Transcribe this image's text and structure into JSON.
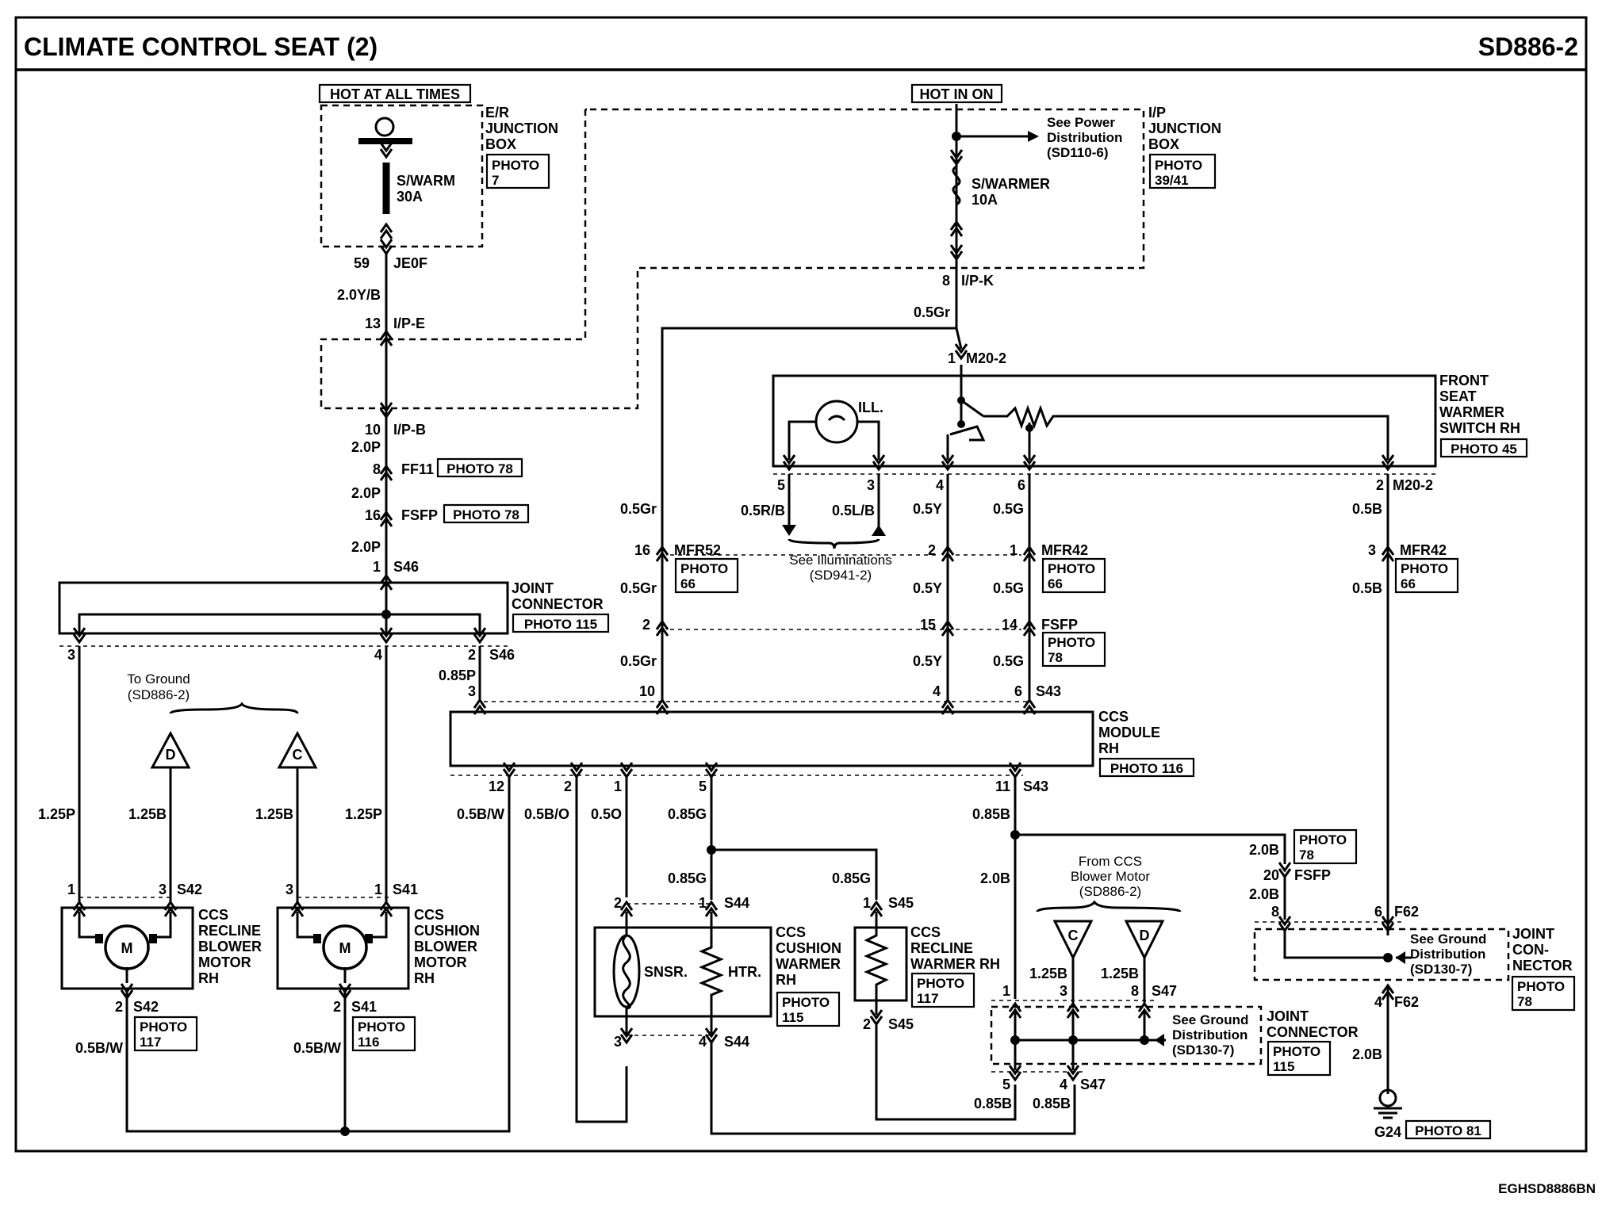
{
  "header": {
    "title": "CLIMATE CONTROL SEAT (2)",
    "code": "SD886-2"
  },
  "footer": {
    "code": "EGHSD8886BN"
  },
  "power": {
    "hot_all_times": "HOT AT ALL TIMES",
    "hot_in_on": "HOT IN ON",
    "er_box": [
      "E/R",
      "JUNCTION",
      "BOX"
    ],
    "ip_box": [
      "I/P",
      "JUNCTION",
      "BOX"
    ],
    "fuse1": [
      "S/WARM",
      "30A"
    ],
    "fuse2": [
      "S/WARMER",
      "10A"
    ],
    "power_dist": [
      "See Power",
      "Distribution",
      "(SD110-6)"
    ]
  },
  "photos": {
    "p7": [
      "PHOTO",
      "7"
    ],
    "p3941": [
      "PHOTO",
      "39/41"
    ],
    "p78": "PHOTO 78",
    "p115": "PHOTO 115",
    "p45": "PHOTO 45",
    "p66": [
      "PHOTO",
      "66"
    ],
    "p78s": [
      "PHOTO",
      "78"
    ],
    "p116": "PHOTO 116",
    "p117": [
      "PHOTO",
      "117"
    ],
    "p116s": [
      "PHOTO",
      "116"
    ],
    "p115s": [
      "PHOTO",
      "115"
    ],
    "p81": "PHOTO 81"
  },
  "connectors": {
    "jeof": "JE0F",
    "ipk": "I/P-K",
    "ipe": "I/P-E",
    "ipb": "I/P-B",
    "ff11": "FF11",
    "fsfp": "FSFP",
    "s46": "S46",
    "m20": "M20-2",
    "mfr52": "MFR52",
    "mfr42": "MFR42",
    "s43": "S43",
    "s42": "S42",
    "s41": "S41",
    "s44": "S44",
    "s45": "S45",
    "s47": "S47",
    "f62": "F62",
    "g24": "G24"
  },
  "pins": {
    "p59": "59",
    "p8": "8",
    "p13": "13",
    "p1": "1",
    "p10": "10",
    "p16": "16",
    "p3": "3",
    "p4": "4",
    "p2": "2",
    "p5": "5",
    "p6": "6",
    "p12": "12",
    "p11": "11",
    "p14": "14",
    "p15": "15",
    "p20": "20"
  },
  "wires": {
    "w20yb": "2.0Y/B",
    "w05gr": "0.5Gr",
    "w20p": "2.0P",
    "w05rb": "0.5R/B",
    "w05lb": "0.5L/B",
    "w05y": "0.5Y",
    "w05g": "0.5G",
    "w05b": "0.5B",
    "w085p": "0.85P",
    "w125p": "1.25P",
    "w125b": "1.25B",
    "w05bw": "0.5B/W",
    "w05bo": "0.5B/O",
    "w05o": "0.5O",
    "w085g": "0.85G",
    "w085b": "0.85B",
    "w20b": "2.0B"
  },
  "components": {
    "joint": [
      "JOINT",
      "CONNECTOR"
    ],
    "switch": [
      "FRONT",
      "SEAT",
      "WARMER",
      "SWITCH RH"
    ],
    "ill": "ILL.",
    "illum": [
      "See Illuminations",
      "(SD941-2)"
    ],
    "module": [
      "CCS",
      "MODULE",
      "RH"
    ],
    "to_ground": [
      "To Ground",
      "(SD886-2)"
    ],
    "recline_blower": [
      "CCS",
      "RECLINE",
      "BLOWER",
      "MOTOR",
      "RH"
    ],
    "cushion_blower": [
      "CCS",
      "CUSHION",
      "BLOWER",
      "MOTOR",
      "RH"
    ],
    "motor": "M",
    "cushion_warmer": [
      "CCS",
      "CUSHION",
      "WARMER",
      "RH"
    ],
    "recline_warmer": [
      "CCS",
      "RECLINE",
      "WARMER RH"
    ],
    "snsr": "SNSR.",
    "htr": "HTR.",
    "from_ccs": [
      "From CCS",
      "Blower Motor",
      "(SD886-2)"
    ],
    "see_ground": [
      "See Ground",
      "Distribution",
      "(SD130-7)"
    ],
    "joint_con": [
      "JOINT",
      "CON-",
      "NECTOR"
    ],
    "gD": "D",
    "gC": "C"
  }
}
